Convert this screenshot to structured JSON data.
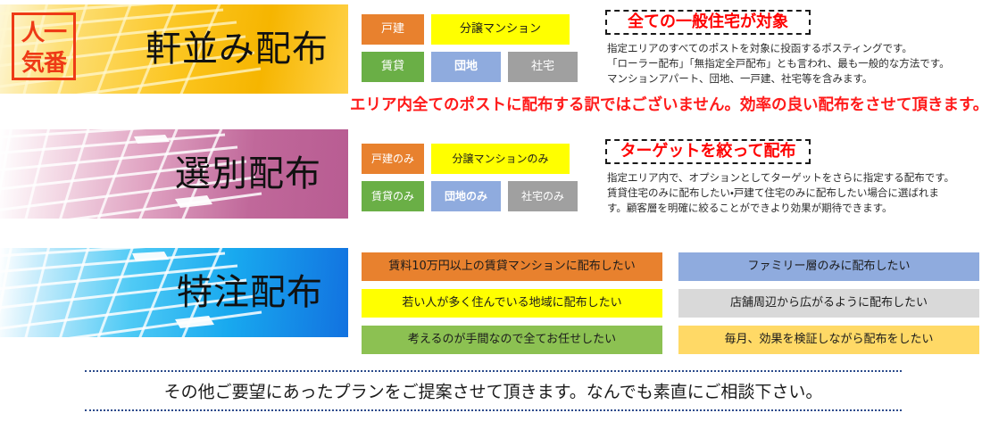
{
  "sections": [
    {
      "id": "roller",
      "banner": {
        "title": "軒並み配布",
        "seal": [
          "人一",
          "気番"
        ],
        "seal_text": "人気一番",
        "bg_style": "gold-gradient"
      },
      "tags_top": [
        {
          "label": "戸建",
          "color": "#e8812e",
          "text_color": "#ffffff"
        },
        {
          "label": "分譲マンション",
          "color": "#ffff00",
          "text_color": "#1b1b1b"
        }
      ],
      "tags_bottom": [
        {
          "label": "賃貸",
          "color": "#6aaf46",
          "text_color": "#ffffff"
        },
        {
          "label": "団地",
          "color": "#8fabde",
          "text_color": "#ffffff"
        },
        {
          "label": "社宅",
          "color": "#a0a0a0",
          "text_color": "#ffffff"
        }
      ],
      "headline": "全ての一般住宅が対象",
      "description": [
        "指定エリアのすべてのポストを対象に投函するポスティングです。",
        "「ローラー配布」「無指定全戸配布」とも言われ、最も一般的な方法です。",
        "マンションアパート、団地、一戸建、社宅等を含みます。"
      ]
    },
    {
      "id": "selective",
      "banner": {
        "title": "選別配布",
        "bg_style": "pink-gradient"
      },
      "tags_top": [
        {
          "label": "戸建のみ",
          "color": "#e8812e",
          "text_color": "#ffffff"
        },
        {
          "label": "分譲マンションのみ",
          "color": "#ffff00",
          "text_color": "#1b1b1b"
        }
      ],
      "tags_bottom": [
        {
          "label": "賃貸のみ",
          "color": "#6aaf46",
          "text_color": "#ffffff"
        },
        {
          "label": "団地のみ",
          "color": "#8fabde",
          "text_color": "#ffffff"
        },
        {
          "label": "社宅のみ",
          "color": "#a0a0a0",
          "text_color": "#ffffff"
        }
      ],
      "headline": "ターゲットを絞って配布",
      "description": [
        "指定エリア内で、オプションとしてターゲットをさらに指定する配布です。",
        "賃貸住宅のみに配布したい・戸建て住宅のみに配布したい場合に選ばれま",
        "す。顧客層を明確に絞ることができより効果が期待できます。"
      ]
    },
    {
      "id": "custom",
      "banner": {
        "title": "特注配布",
        "bg_style": "blue-gradient"
      },
      "options_left": [
        {
          "label": "賃料10万円以上の賃貸マンションに配布したい",
          "color": "#e8812e"
        },
        {
          "label": "若い人が多く住んでいる地域に配布したい",
          "color": "#ffff00"
        },
        {
          "label": "考えるのが手間なので全てお任せしたい",
          "color": "#8cc152"
        }
      ],
      "options_right": [
        {
          "label": "ファミリー層のみに配布したい",
          "color": "#8fabde"
        },
        {
          "label": "店舗周辺から広がるように配布したい",
          "color": "#d9d9d9"
        },
        {
          "label": "毎月、効果を検証しながら配布をしたい",
          "color": "#ffd966"
        }
      ]
    }
  ],
  "red_caption": "エリア内全てのポストに配布する訳ではございません。効率の良い配布をさせて頂きます。",
  "footer": {
    "text": "その他ご要望にあったプランをご提案させて頂きます。なんでも素直にご相談下さい。",
    "border_color": "#2b4a8b"
  }
}
